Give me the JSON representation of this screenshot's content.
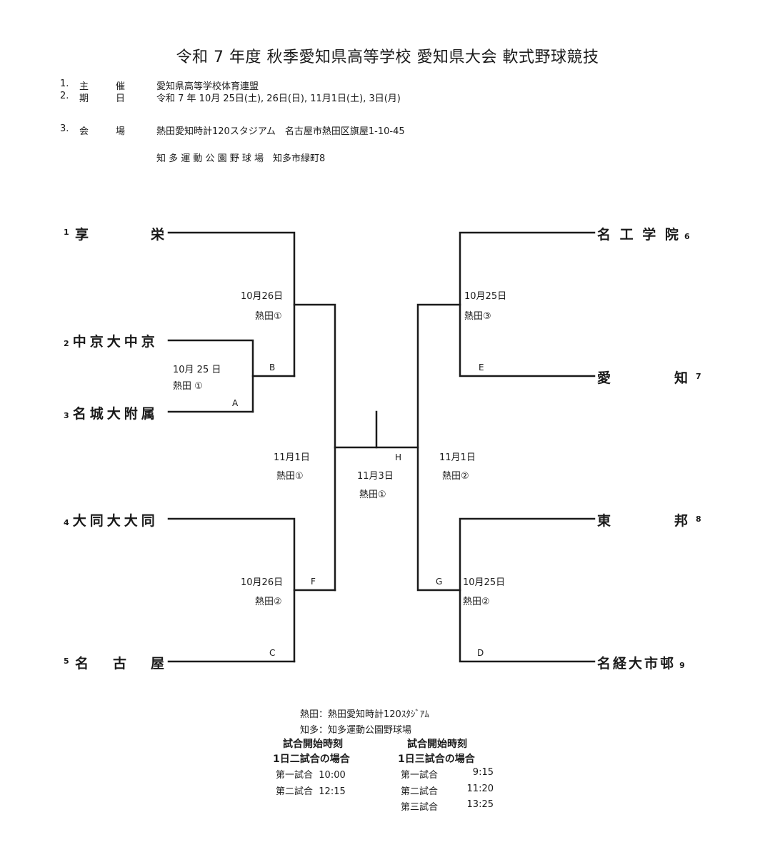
{
  "title": "令和 7 年度 秋季愛知県高等学校 愛知県大会 軟式野球競技",
  "info": [
    {
      "num": "1.",
      "k1": "主",
      "k2": "催",
      "value": "愛知県高等学校体育連盟"
    },
    {
      "num": "2.",
      "k1": "期",
      "k2": "日",
      "value": "令和 7 年 10月 25日(土), 26日(日), 11月1日(土), 3日(月)"
    },
    {
      "num": "3.",
      "k1": "会",
      "k2": "場",
      "value": "熱田愛知時計120スタジアム　名古屋市熱田区旗屋1-10-45"
    },
    {
      "num": "",
      "k1": "",
      "k2": "",
      "value": "知 多 運 動 公 園 野 球 場　知多市緑町8"
    }
  ],
  "teams_left": [
    {
      "seed": "1",
      "name_first": "享",
      "name_last": "栄"
    },
    {
      "seed": "2",
      "name": "中京大中京"
    },
    {
      "seed": "3",
      "name": "名城大附属"
    },
    {
      "seed": "4",
      "name": "大同大大同"
    },
    {
      "seed": "5",
      "name_first": "名",
      "name_mid": "古",
      "name_last": "屋"
    }
  ],
  "teams_right": [
    {
      "seed": "6",
      "name": "名 工 学 院"
    },
    {
      "seed": "7",
      "name_first": "愛",
      "name_last": "知"
    },
    {
      "seed": "8",
      "name_first": "東",
      "name_last": "邦"
    },
    {
      "seed": "9",
      "name": "名経大市邨"
    }
  ],
  "games": {
    "A": {
      "letter": "A",
      "date": "10月 25 日",
      "venue": "熱田 ①"
    },
    "B": {
      "letter": "B",
      "date": "10月26日",
      "venue": "熱田①"
    },
    "C": {
      "letter": "C",
      "date": "10月26日",
      "venue": "熱田②"
    },
    "D": {
      "letter": "D",
      "date": "10月25日",
      "venue": "熱田②"
    },
    "E": {
      "letter": "E",
      "date": "10月25日",
      "venue": "熱田③"
    },
    "F": {
      "letter": "F",
      "date": "11月1日",
      "venue": "熱田①"
    },
    "G": {
      "letter": "G",
      "date": "11月1日",
      "venue": "熱田②"
    },
    "H": {
      "letter": "H",
      "date": "11月3日",
      "venue": "熱田①"
    }
  },
  "legend": {
    "atsuta": "熱田：熱田愛知時計120ｽﾀｼﾞｱﾑ",
    "chita": "知多：知多運動公園野球場",
    "two_games": {
      "heading": "試合開始時刻",
      "sub": "1日二試合の場合",
      "rows": [
        {
          "label": "第一試合",
          "time": "10:00"
        },
        {
          "label": "第二試合",
          "time": "12:15"
        }
      ]
    },
    "three_games": {
      "heading": "試合開始時刻",
      "sub": "1日三試合の場合",
      "rows": [
        {
          "label": "第一試合",
          "time": "9:15"
        },
        {
          "label": "第二試合",
          "time": "11:20"
        },
        {
          "label": "第三試合",
          "time": "13:25"
        }
      ]
    }
  }
}
